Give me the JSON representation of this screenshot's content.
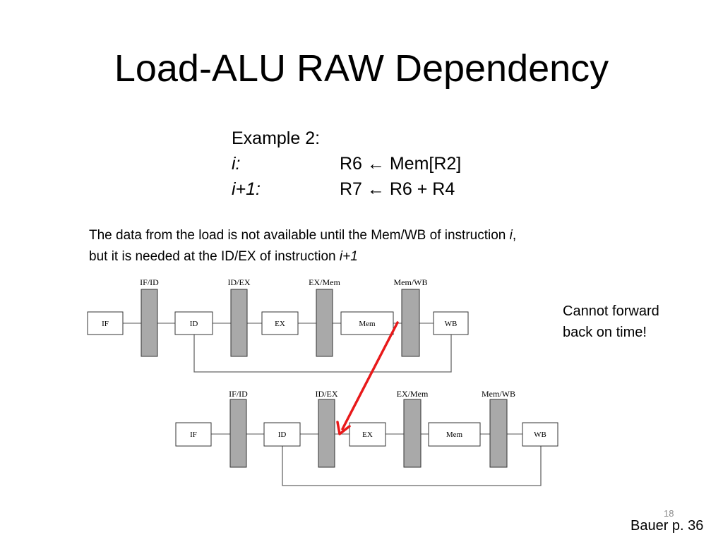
{
  "slide": {
    "title": "Load-ALU RAW Dependency",
    "example": {
      "heading": "Example 2:",
      "rows": [
        {
          "label": "i:",
          "instruction": "R6 ← Mem[R2]"
        },
        {
          "label": "i+1:",
          "instruction": "R7 ← R6 + R4"
        }
      ]
    },
    "description": {
      "line1_prefix": "The data from the load is not available until the Mem/WB of instruction ",
      "line1_italic": "i",
      "line1_suffix": ",",
      "line2_prefix": "but it is needed at the ID/EX of instruction ",
      "line2_italic": "i+1"
    },
    "note": {
      "line1": "Cannot forward",
      "line2": "back on time!"
    },
    "slide_number": "18",
    "citation": "Bauer p. 36"
  },
  "pipeline": {
    "stages": [
      "IF",
      "ID",
      "EX",
      "Mem",
      "WB"
    ],
    "registers": [
      "IF/ID",
      "ID/EX",
      "EX/Mem",
      "Mem/WB"
    ]
  },
  "colors": {
    "register_fill": "#a9a9a9",
    "arrow": "#e8191a",
    "line": "#555555"
  }
}
